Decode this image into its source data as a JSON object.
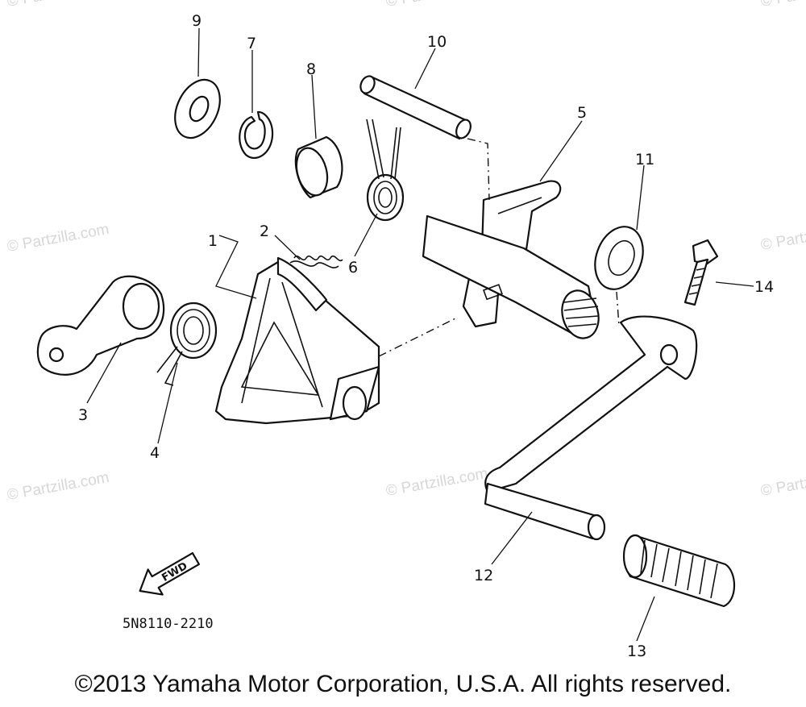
{
  "watermarks": [
    "© Partzilla.com",
    "© Partzilla.com",
    "© Partzilla.com",
    "© Partzilla.com",
    "© Partzilla.com",
    "© Partzilla.com",
    "© Partzilla.com",
    "© Partzilla.com"
  ],
  "callouts": {
    "c1": "1",
    "c2": "2",
    "c3": "3",
    "c4": "4",
    "c5": "5",
    "c6": "6",
    "c7": "7",
    "c8": "8",
    "c9": "9",
    "c10": "10",
    "c11": "11",
    "c12": "12",
    "c13": "13",
    "c14": "14"
  },
  "direction_label": "FWD",
  "diagram_code": "5N8110-2210",
  "copyright": "©2013 Yamaha Motor Corporation, U.S.A. All rights reserved."
}
